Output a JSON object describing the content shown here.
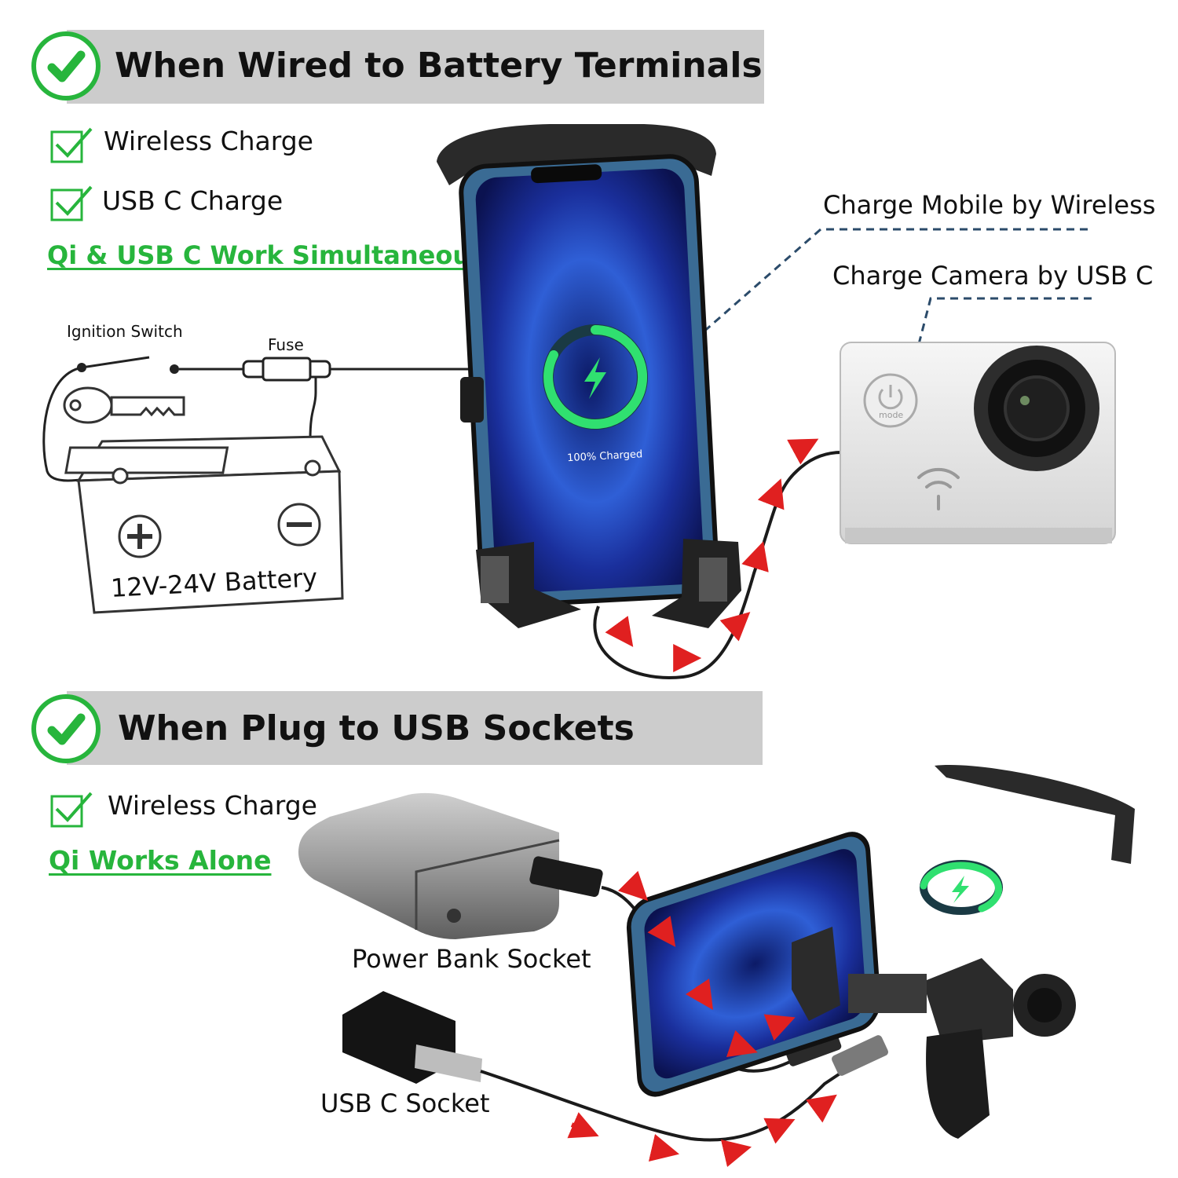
{
  "section1": {
    "title": "When Wired to Battery Terminals",
    "features": [
      "Wireless Charge",
      "USB C Charge"
    ],
    "highlight": "Qi & USB C Work Simultaneously"
  },
  "section2": {
    "title": "When Plug to USB Sockets",
    "features": [
      "Wireless Charge"
    ],
    "highlight": "Qi Works Alone"
  },
  "wiring": {
    "ignition_label": "Ignition Switch",
    "fuse_label": "Fuse",
    "battery_label": "12V-24V Battery"
  },
  "callouts": {
    "mobile": "Charge Mobile by Wireless",
    "camera": "Charge Camera by USB C"
  },
  "camera": {
    "button_label": "mode"
  },
  "phone": {
    "status": "100% Charged"
  },
  "sockets": {
    "power_bank": "Power Bank Socket",
    "usb_c": "USB C Socket"
  },
  "colors": {
    "accent_green": "#27b53c",
    "banner_gray": "#cccccc",
    "arrow_red": "#e02020"
  }
}
